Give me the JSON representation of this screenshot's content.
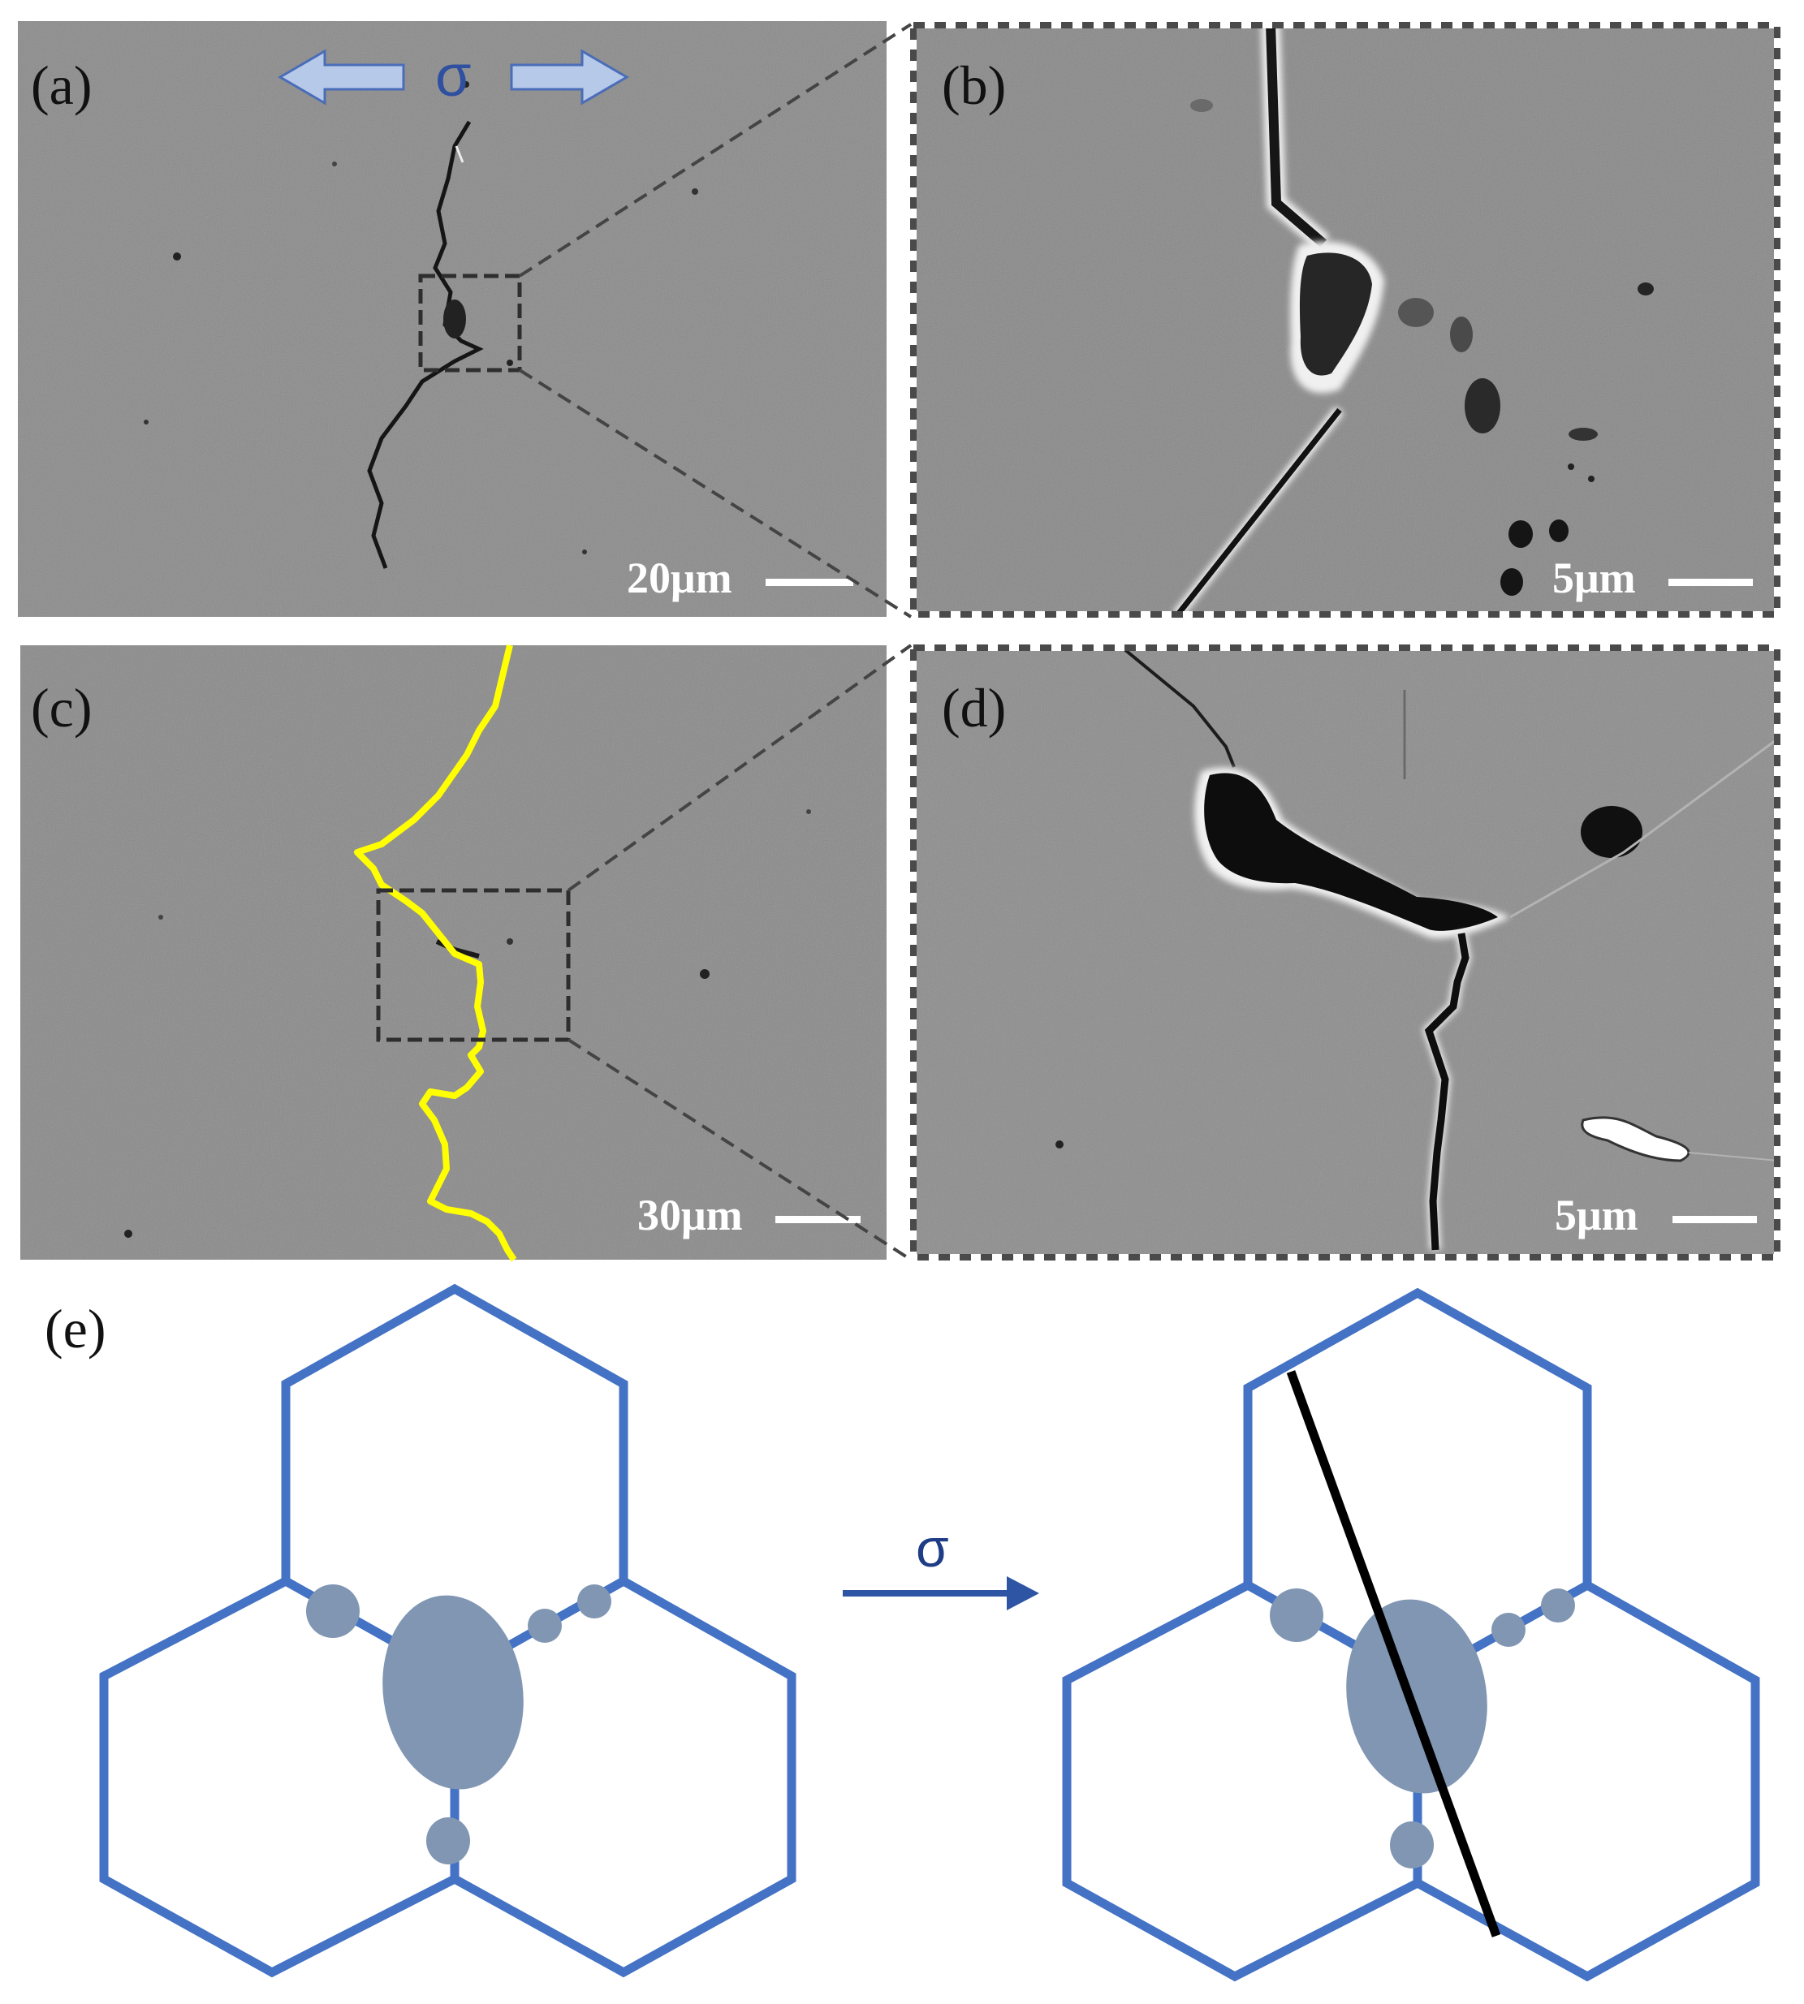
{
  "panels": {
    "a": {
      "label": "(a)",
      "scale_bar": "20μm",
      "stress_symbol": "σ"
    },
    "b": {
      "label": "(b)",
      "scale_bar": "5μm"
    },
    "c": {
      "label": "(c)",
      "scale_bar": "30μm"
    },
    "d": {
      "label": "(d)",
      "scale_bar": "5μm"
    },
    "e": {
      "label": "(e)",
      "stress_symbol": "σ"
    }
  },
  "colors": {
    "grain_boundary": "#4472c4",
    "particle": "#8096b3",
    "crack_path_overlay": "#ffff00",
    "stress_arrow_fill": "#b7c9e8",
    "stress_arrow_stroke": "#4a6db8",
    "sem_background": "#8c8c8c"
  }
}
